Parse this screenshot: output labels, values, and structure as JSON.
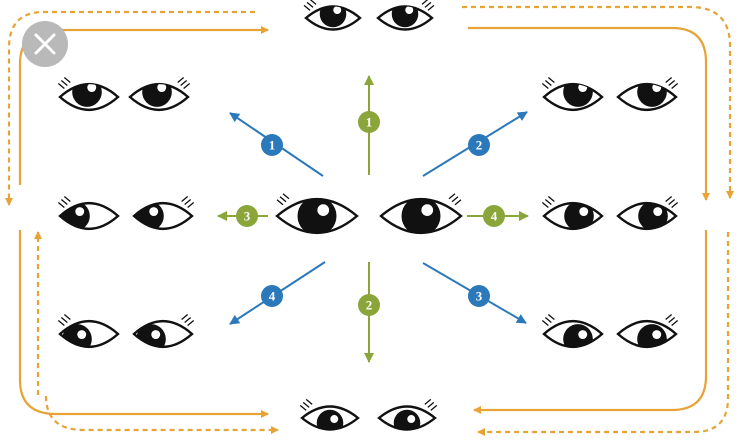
{
  "colors": {
    "orange": "#e8a336",
    "blue": "#2b78ba",
    "green": "#8aa53a",
    "ink": "#111111",
    "close_bg": "#b9b9b9"
  },
  "icons": {
    "close": "close-icon",
    "eye": "eye-icon",
    "arrow": "arrow-icon"
  },
  "labels": {
    "blue_up_left": "1",
    "green_up": "1",
    "blue_up_right": "2",
    "green_left": "3",
    "green_right": "4",
    "blue_down_left": "4",
    "green_down": "2",
    "blue_down_right": "3"
  }
}
